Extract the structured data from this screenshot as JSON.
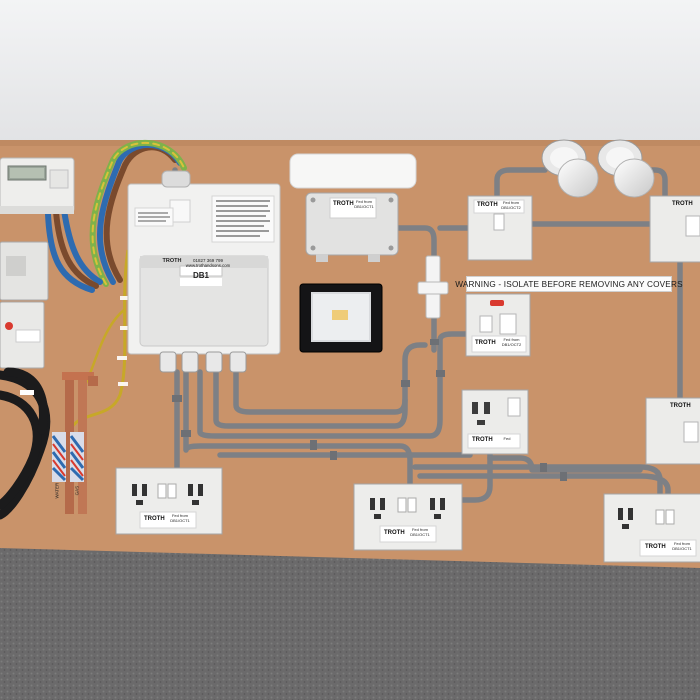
{
  "board": {
    "warning_text": "WARNING - ISOLATE BEFORE REMOVING ANY COVERS",
    "consumer_unit": {
      "label": "DB1",
      "brand": "TROTH",
      "phone": "01827 369 799",
      "website": "www.trothandsons.com"
    },
    "junction_box": {
      "brand": "TROTH",
      "fed_from": "Fed from DB1/OCT1"
    },
    "light_switch_top": {
      "brand": "TROTH",
      "fed_from": "Fed from DB1/OCT2"
    },
    "fused_spur": {
      "brand": "TROTH",
      "fed_from": "Fed from DB1/OCT2"
    },
    "single_socket": {
      "brand": "TROTH",
      "fed_from": "Fed"
    },
    "right_switch": {
      "brand": "TROTH"
    },
    "right_lower_switch": {
      "brand": "TROTH"
    },
    "socket_left": {
      "brand": "TROTH",
      "fed_from": "Fed from DB1/OCT1"
    },
    "socket_middle": {
      "brand": "TROTH",
      "fed_from": "Fed from DB1/OCT1"
    },
    "socket_right": {
      "brand": "TROTH",
      "fed_from": "Fed from DB1/OCT1"
    },
    "water_tag": "WATER",
    "gas_tag": "GAS"
  },
  "colors": {
    "wall": "#e9eaec",
    "carpet": "#6b6a6b",
    "board": "#c9936a",
    "fitting_white": "#f1f1f0",
    "conduit": "#7d8085",
    "cable_blue": "#2e6bb0",
    "cable_green_yellow": "#7fb24a",
    "cable_brown": "#7a4a2d",
    "warning_red": "#d93a2f"
  }
}
